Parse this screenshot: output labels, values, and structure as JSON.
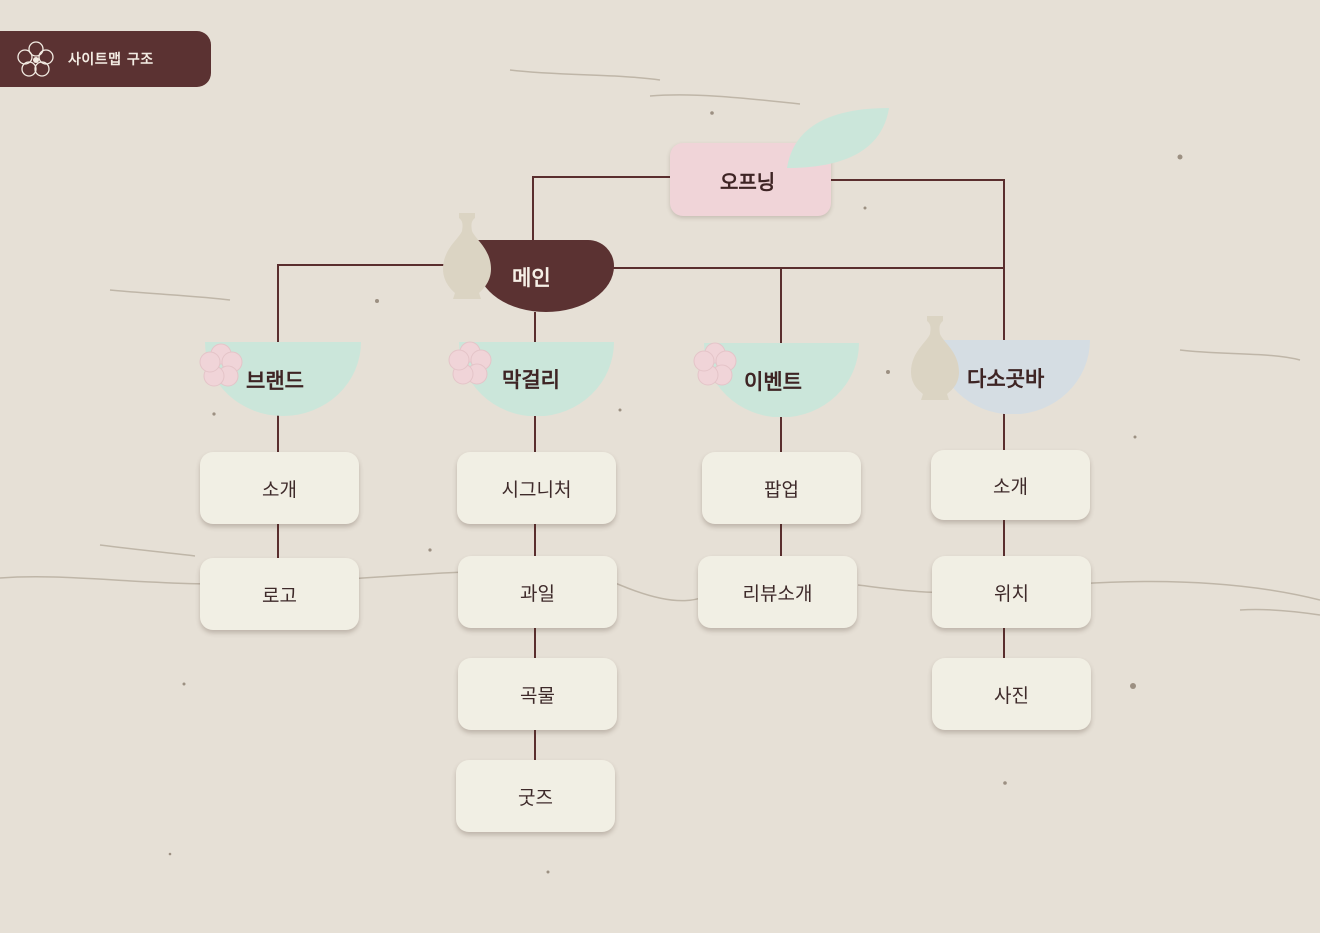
{
  "tag": {
    "label": "사이트맵 구조",
    "icon": "flower-icon"
  },
  "colors": {
    "background": "#e6e0d6",
    "dark_brown": "#5b3232",
    "mint": "#cbe6da",
    "pink": "#f0d4d8",
    "light_blue": "#d5dde3",
    "card": "#f1efe4",
    "line": "#5a2e2e",
    "vase": "#dbd4c3"
  },
  "root": {
    "label": "오프닝"
  },
  "main": {
    "label": "메인"
  },
  "sections": [
    {
      "label": "브랜드",
      "items": [
        "소개",
        "로고"
      ]
    },
    {
      "label": "막걸리",
      "items": [
        "시그니처",
        "과일",
        "곡물",
        "굿즈"
      ]
    },
    {
      "label": "이벤트",
      "items": [
        "팝업",
        "리뷰소개"
      ]
    },
    {
      "label": "다소곳바",
      "items": [
        "소개",
        "위치",
        "사진"
      ]
    }
  ]
}
